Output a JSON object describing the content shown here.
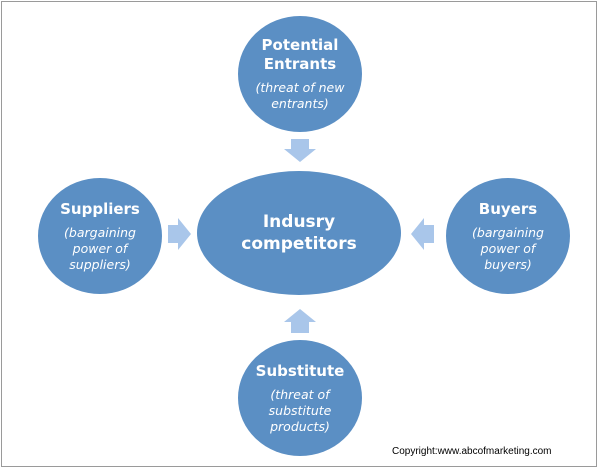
{
  "colors": {
    "node_fill": "#5b8fc4",
    "arrow_fill": "#a9c6ea",
    "text": "#ffffff"
  },
  "nodes": {
    "top": {
      "title_line1": "Potential",
      "title_line2": "Entrants",
      "sub_line1": "(threat of new",
      "sub_line2": "entrants)"
    },
    "left": {
      "title": "Suppliers",
      "sub_line1": "(bargaining",
      "sub_line2": "power of",
      "sub_line3": "suppliers)"
    },
    "right": {
      "title": "Buyers",
      "sub_line1": "(bargaining",
      "sub_line2": "power of",
      "sub_line3": "buyers)"
    },
    "bottom": {
      "title": "Substitute",
      "sub_line1": "(threat of",
      "sub_line2": "substitute",
      "sub_line3": "products)"
    },
    "center": {
      "title_line1": "Indusry",
      "title_line2": "competitors"
    }
  },
  "copyright": "Copyright:www.abcofmarketing.com"
}
